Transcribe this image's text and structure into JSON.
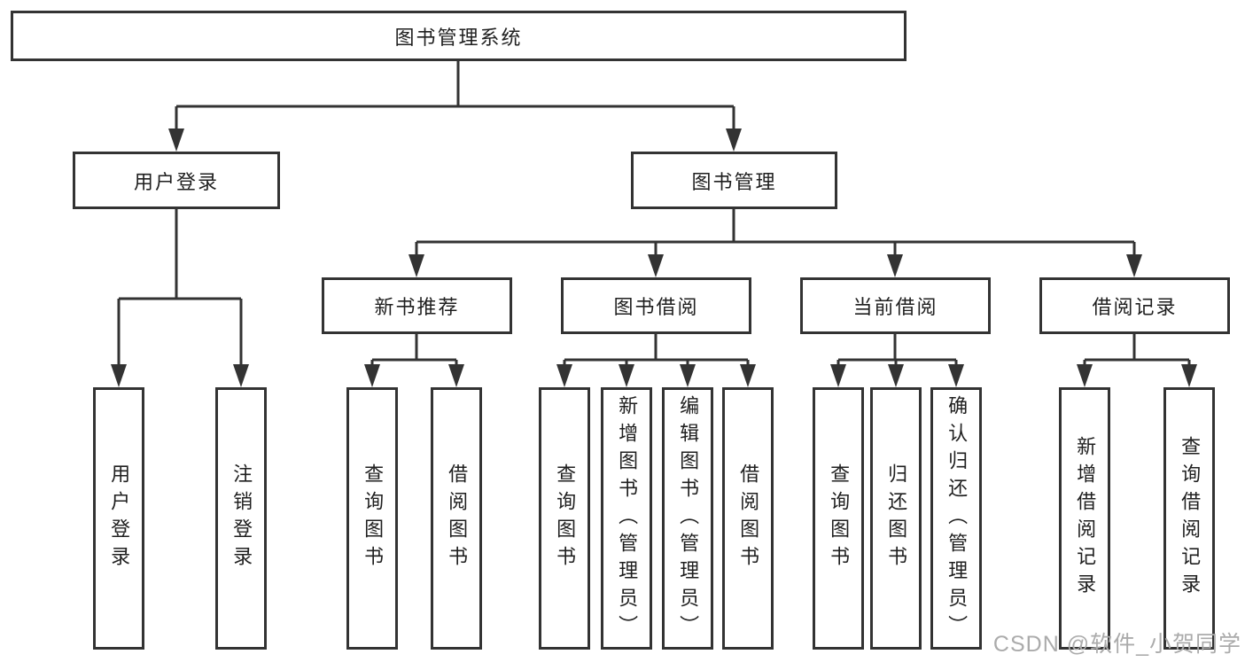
{
  "diagram": {
    "root": {
      "label": "图书管理系统"
    },
    "branches": [
      {
        "label": "用户登录",
        "children": [
          {
            "label": "用户登录"
          },
          {
            "label": "注销登录"
          }
        ]
      },
      {
        "label": "图书管理",
        "children": [
          {
            "label": "新书推荐",
            "children": [
              {
                "label": "查询图书"
              },
              {
                "label": "借阅图书"
              }
            ]
          },
          {
            "label": "图书借阅",
            "children": [
              {
                "label": "查询图书"
              },
              {
                "label": "新增图书（管理员）"
              },
              {
                "label": "编辑图书（管理员）"
              },
              {
                "label": "借阅图书"
              }
            ]
          },
          {
            "label": "当前借阅",
            "children": [
              {
                "label": "查询图书"
              },
              {
                "label": "归还图书"
              },
              {
                "label": "确认归还（管理员）"
              }
            ]
          },
          {
            "label": "借阅记录",
            "children": [
              {
                "label": "新增借阅记录"
              },
              {
                "label": "查询借阅记录"
              }
            ]
          }
        ]
      }
    ]
  },
  "watermark": {
    "text": "CSDN @软件_小贺同学"
  },
  "colors": {
    "line": "#333333",
    "text": "#1f1f1f",
    "background": "#ffffff",
    "watermark": "#ababab"
  }
}
